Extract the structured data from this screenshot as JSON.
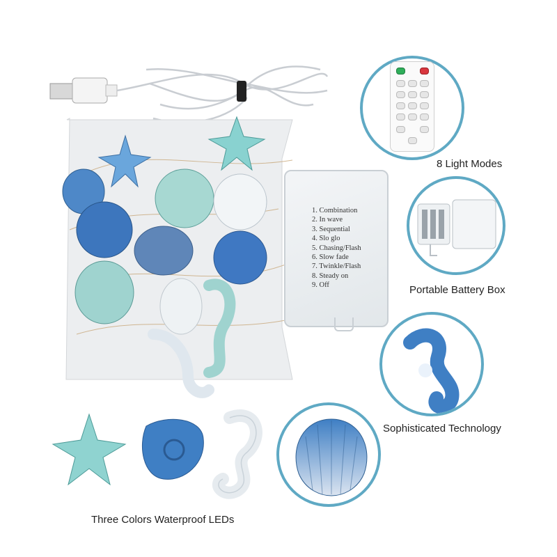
{
  "captions": {
    "light_modes": "8 Light Modes",
    "battery_box": "Portable Battery Box",
    "technology": "Sophisticated Technology",
    "waterproof_leds": "Three Colors Waterproof LEDs"
  },
  "battery_box_modes": [
    "1.  Combination",
    "2.  In wave",
    "3.  Sequential",
    "4.  Slo glo",
    "5.  Chasing/Flash",
    "6.  Slow fade",
    "7.  Twinkle/Flash",
    "8.  Steady on",
    "9.  Off"
  ],
  "colors": {
    "callout_ring": "#5fa9c4",
    "aqua_led": "#8fd3d0",
    "blue_led": "#3f7fc4",
    "clear_led": "#eef3f7"
  }
}
